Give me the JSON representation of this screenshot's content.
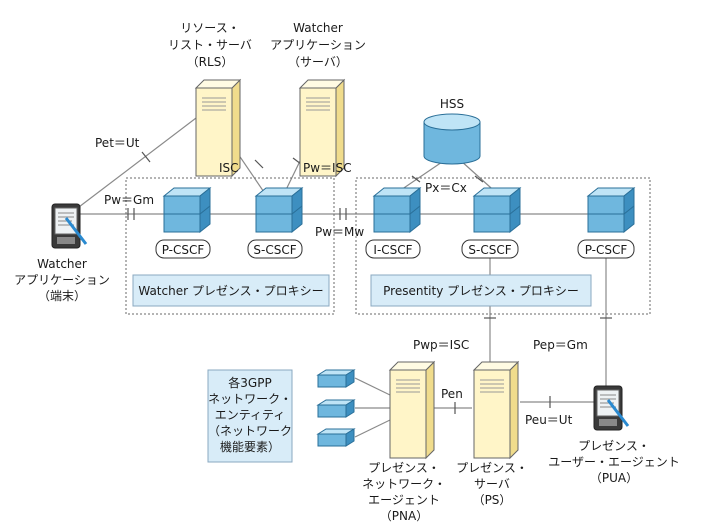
{
  "servers": {
    "rls": {
      "line1": "リソース・",
      "line2": "リスト・サーバ",
      "line3": "（RLS）"
    },
    "watcher_app_server": {
      "line1": "Watcher",
      "line2": "アプリケーション",
      "line3": "（サーバ）"
    },
    "hss": {
      "label": "HSS"
    },
    "pna": {
      "line1": "プレゼンス・",
      "line2": "ネットワーク・",
      "line3": "エージェント",
      "line4": "（PNA）"
    },
    "ps": {
      "line1": "プレゼンス・",
      "line2": "サーバ",
      "line3": "（PS）"
    }
  },
  "terminals": {
    "watcher_terminal": {
      "line1": "Watcher",
      "line2": "アプリケーション",
      "line3": "（端末）"
    },
    "pua": {
      "line1": "プレゼンス・",
      "line2": "ユーザー・エージェント",
      "line3": "（PUA）"
    }
  },
  "nodes": {
    "p_cscf_left": "P-CSCF",
    "s_cscf_left": "S-CSCF",
    "i_cscf": "I-CSCF",
    "s_cscf_right": "S-CSCF",
    "p_cscf_right": "P-CSCF"
  },
  "zones": {
    "watcher_proxy": "Watcher プレゼンス・プロキシー",
    "presentity_proxy": "Presentity プレゼンス・プロキシー"
  },
  "entities_box": {
    "line1": "各3GPP",
    "line2": "ネットワーク・",
    "line3": "エンティティ",
    "line4": "（ネットワーク",
    "line5": "機能要素）"
  },
  "interfaces": {
    "pet_ut": "Pet＝Ut",
    "isc": "ISC",
    "pw_isc": "Pw＝ISC",
    "pw_gm": "Pw＝Gm",
    "pw_mw": "Pw＝Mw",
    "px_cx": "Px＝Cx",
    "pwp_isc": "Pwp＝ISC",
    "pep_gm": "Pep＝Gm",
    "pen": "Pen",
    "peu_ut": "Peu＝Ut"
  }
}
